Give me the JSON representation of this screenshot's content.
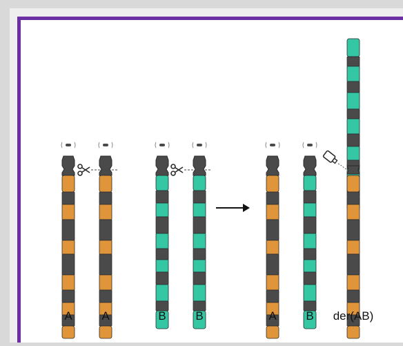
{
  "labels": [
    "A",
    "A",
    "B",
    "B",
    "A",
    "B",
    "der(AB)"
  ],
  "colors": {
    "background_outer": "#d9d9d9",
    "panel": "#ffffff",
    "border_purple": "#6b2fa3",
    "band_dark": "#4a4a4a",
    "band_orange": "#e0953a",
    "band_teal": "#35c6a4",
    "outline": "#2b2b2b"
  },
  "icons": {
    "cut": "scissors-icon",
    "join": "glue-tube-icon",
    "flow": "right-arrow-icon"
  }
}
